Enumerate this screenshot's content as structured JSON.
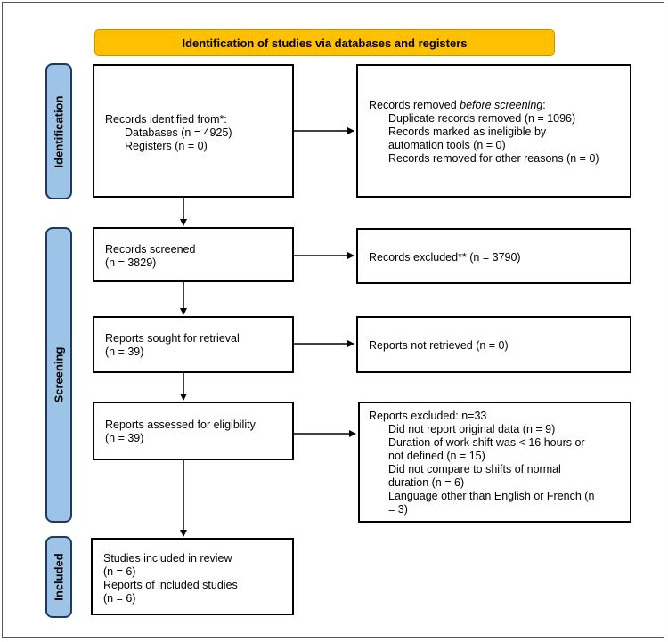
{
  "header": "Identification of studies via databases and registers",
  "phases": {
    "identification": "Identification",
    "screening": "Screening",
    "included": "Included"
  },
  "identified": {
    "title": "Records identified from*:",
    "databases": "Databases (n = 4925)",
    "registers": "Registers (n = 0)"
  },
  "removed": {
    "title_prefix": "Records removed ",
    "title_italic": "before screening",
    "title_suffix": ":",
    "duplicates": "Duplicate records removed (n = 1096)",
    "ineligible_1": "Records marked as ineligible by",
    "ineligible_2": "automation tools (n = 0)",
    "other": "Records removed for other reasons (n = 0)"
  },
  "screened": {
    "title": "Records screened",
    "n": "(n = 3829)"
  },
  "excluded": {
    "text": "Records excluded** (n = 3790)"
  },
  "sought": {
    "title": "Reports sought for retrieval",
    "n": "(n = 39)"
  },
  "not_retrieved": {
    "text": "Reports not retrieved (n = 0)"
  },
  "assessed": {
    "title": "Reports assessed for eligibility",
    "n": "(n = 39)"
  },
  "reports_excluded": {
    "title": "Reports excluded: n=33",
    "r1": "Did not report original data (n = 9)",
    "r2a": "Duration of work shift was < 16 hours or",
    "r2b": "not defined (n = 15)",
    "r3a": "Did not compare to shifts of normal",
    "r3b": "duration (n = 6)",
    "r4a": "Language other than English or French (n",
    "r4b": "= 3)"
  },
  "included": {
    "studies": "Studies included in review",
    "studies_n": "(n = 6)",
    "reports": "Reports of included studies",
    "reports_n": "(n = 6)"
  },
  "colors": {
    "header_fill": "#ffc000",
    "phase_fill": "#9dc3e6",
    "phase_border": "#1f3864"
  }
}
